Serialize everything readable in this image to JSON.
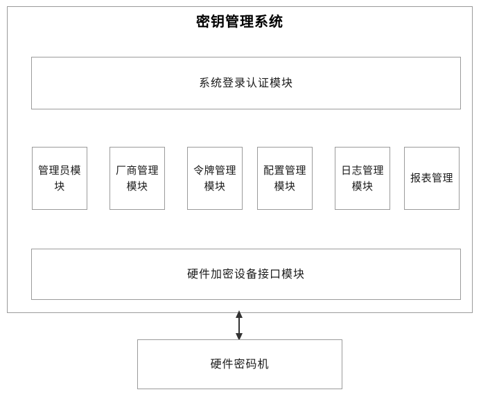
{
  "diagram": {
    "type": "block-diagram",
    "title": "密钥管理系统",
    "system": {
      "name": "密钥管理系统",
      "auth_module": {
        "label": "系统登录认证模块"
      },
      "modules": [
        {
          "label": "管理员模块"
        },
        {
          "label": "厂商管理模块"
        },
        {
          "label": "令牌管理模块"
        },
        {
          "label": "配置管理模块"
        },
        {
          "label": "日志管理模块"
        },
        {
          "label": "报表管理"
        }
      ],
      "interface_module": {
        "label": "硬件加密设备接口模块"
      }
    },
    "external_device": {
      "label": "硬件密码机"
    },
    "connector": {
      "kind": "double-headed-arrow",
      "orientation": "vertical",
      "from": "硬件加密设备接口模块",
      "to": "硬件密码机"
    },
    "colors": {
      "background": "#ffffff",
      "border": "#9a9a9a",
      "text": "#1a1a1a",
      "title_text": "#000000",
      "arrow": "#333333"
    }
  }
}
